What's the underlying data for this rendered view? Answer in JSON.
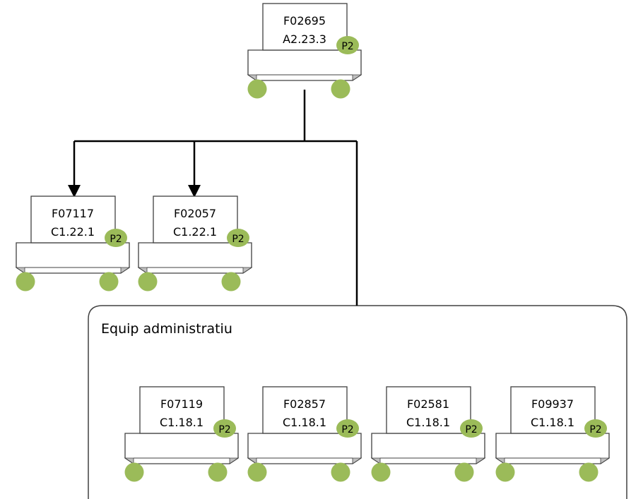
{
  "nodes": [
    {
      "code": "F02695",
      "role": "A2.23.3",
      "badge": "P2"
    },
    {
      "code": "F07117",
      "role": "C1.22.1",
      "badge": "P2"
    },
    {
      "code": "F02057",
      "role": "C1.22.1",
      "badge": "P2"
    },
    {
      "code": "F07119",
      "role": "C1.18.1",
      "badge": "P2"
    },
    {
      "code": "F02857",
      "role": "C1.18.1",
      "badge": "P2"
    },
    {
      "code": "F02581",
      "role": "C1.18.1",
      "badge": "P2"
    },
    {
      "code": "F09937",
      "role": "C1.18.1",
      "badge": "P2"
    }
  ],
  "group": {
    "label": "Equip administratiu"
  },
  "colors": {
    "accent": "#9BBB59",
    "line": "#000000",
    "border": "#404040",
    "card": "#FFFFFF"
  }
}
